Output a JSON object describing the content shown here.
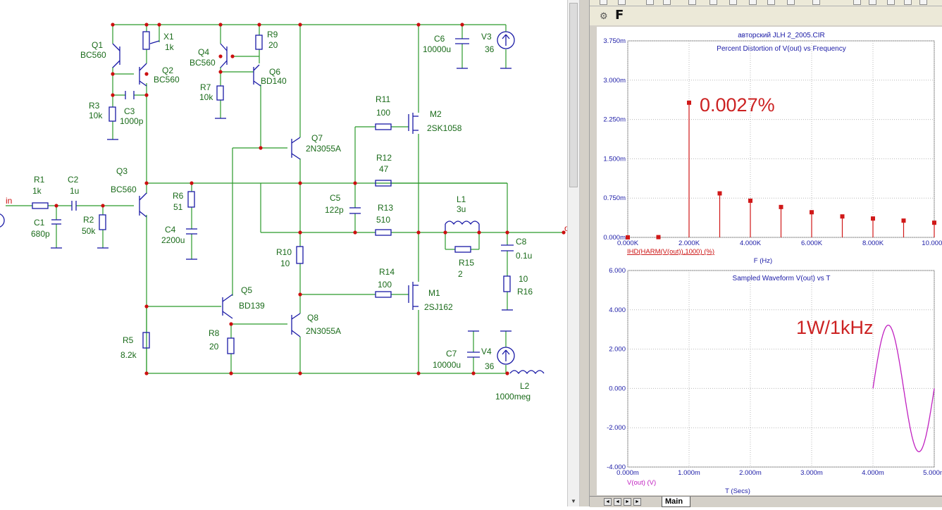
{
  "schematic": {
    "labels": {
      "Q1": [
        "Q1",
        "BC560"
      ],
      "Q2": [
        "Q2",
        "BC560"
      ],
      "X1": [
        "X1",
        "1k"
      ],
      "Q4": [
        "Q4",
        "BC560"
      ],
      "R9": [
        "R9",
        "20"
      ],
      "Q6": [
        "Q6",
        "BD140"
      ],
      "R7": [
        "R7",
        "10k"
      ],
      "R3": [
        "R3",
        "10k"
      ],
      "C3": [
        "C3",
        "1000p"
      ],
      "C6": [
        "C6",
        "10000u"
      ],
      "V3": [
        "V3",
        "36"
      ],
      "R11": [
        "R11",
        "100"
      ],
      "M2": [
        "M2",
        "2SK1058"
      ],
      "Q7": [
        "Q7",
        "2N3055A"
      ],
      "R12": [
        "R12",
        "47"
      ],
      "Q3": [
        "Q3",
        "BC560"
      ],
      "R1": [
        "R1",
        "1k"
      ],
      "C2": [
        "C2",
        "1u"
      ],
      "C1": [
        "C1",
        "680p"
      ],
      "R2": [
        "R2",
        "50k"
      ],
      "R6": [
        "R6",
        "51"
      ],
      "C4": [
        "C4",
        "2200u"
      ],
      "C5": [
        "C5",
        "122p"
      ],
      "R13": [
        "R13",
        "510"
      ],
      "L1": [
        "L1",
        "3u"
      ],
      "C8": [
        "C8",
        "0.1u"
      ],
      "R15": [
        "R15",
        "2"
      ],
      "R10": [
        "R10",
        "10"
      ],
      "R14": [
        "R14",
        "100"
      ],
      "M1": [
        "M1",
        "2SJ162"
      ],
      "R16": [
        "10",
        "R16"
      ],
      "Q5": [
        "Q5",
        "BD139"
      ],
      "Q8": [
        "Q8",
        "2N3055A"
      ],
      "R5": [
        "R5",
        "8.2k"
      ],
      "R8": [
        "R8",
        "20"
      ],
      "C7": [
        "C7",
        "10000u"
      ],
      "V4": [
        "V4",
        "36"
      ],
      "L2": [
        "L2",
        "1000meg"
      ]
    },
    "node_in": "in",
    "node_out": "o"
  },
  "analysis": {
    "window_letter": "F",
    "tab_label": "Main",
    "nav_glyphs": [
      "◄",
      "◄",
      "►",
      "►"
    ]
  },
  "chart_data": [
    {
      "type": "bar",
      "title": "Percent Distortion of V(out) vs Frequency",
      "file_title": "авторский JLH 2_2005.CIR",
      "ylabel": "",
      "xlabel": "F (Hz)",
      "y_trace_label": "IHD(HARM(V(out)),1000) (%)",
      "annotation": "0.0027%",
      "xlim": [
        0,
        10000
      ],
      "ylim": [
        0,
        3.75
      ],
      "y_unit_suffix": "m",
      "x_ticks": [
        "0.000K",
        "2.000K",
        "4.000K",
        "6.000K",
        "8.000K",
        "10.000K"
      ],
      "y_ticks": [
        "0.000m",
        "0.750m",
        "1.500m",
        "2.250m",
        "3.000m",
        "3.750m"
      ],
      "grid": true,
      "color": "#d01818",
      "x": [
        0,
        1000,
        2000,
        3000,
        4000,
        5000,
        6000,
        7000,
        8000,
        9000,
        10000
      ],
      "values": [
        0.0,
        0.005,
        2.57,
        0.84,
        0.7,
        0.58,
        0.48,
        0.4,
        0.36,
        0.32,
        0.28
      ]
    },
    {
      "type": "line",
      "title": "Sampled Waveform  V(out) vs T",
      "ylabel": "",
      "xlabel": "T (Secs)",
      "y_trace_label": "V(out) (V)",
      "annotation": "1W/1kHz",
      "xlim": [
        0,
        5
      ],
      "ylim": [
        -4,
        6
      ],
      "x_ticks": [
        "0.000m",
        "1.000m",
        "2.000m",
        "3.000m",
        "4.000m",
        "5.000m"
      ],
      "y_ticks": [
        "-4.000",
        "-2.000",
        "0.000",
        "2.000",
        "4.000",
        "6.000"
      ],
      "grid": true,
      "color": "#c020c0",
      "series": [
        {
          "start_ms": 4.0,
          "end_ms": 5.0,
          "amplitude": 3.22,
          "frequency_khz": 1
        }
      ]
    }
  ]
}
